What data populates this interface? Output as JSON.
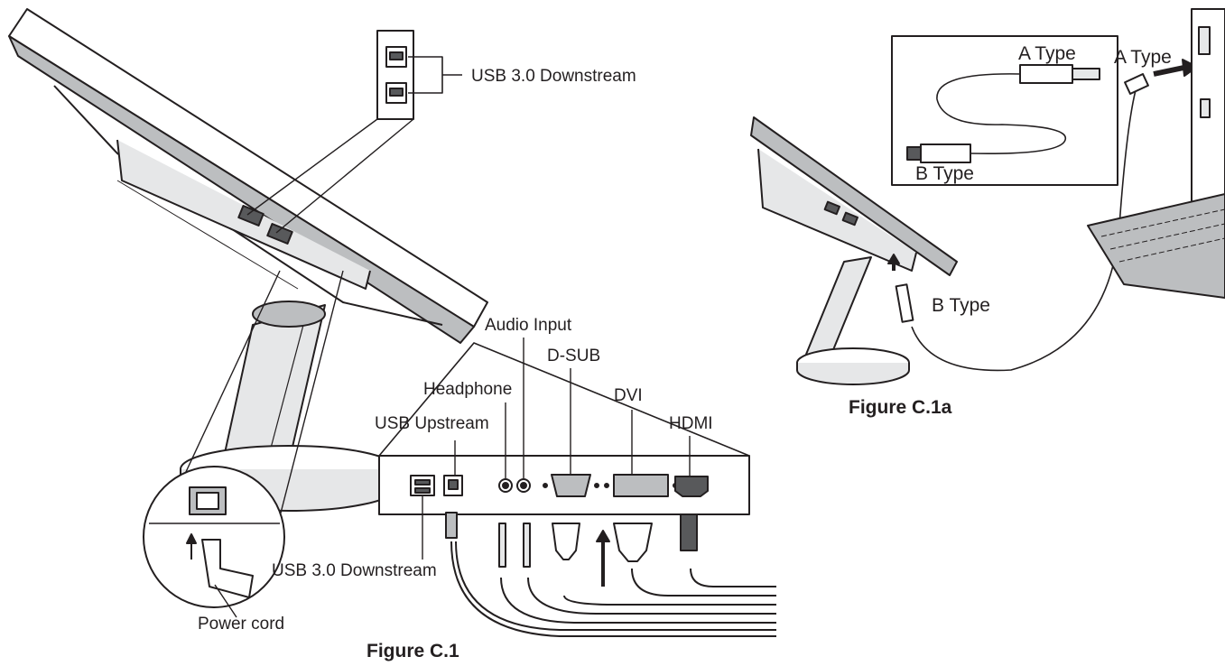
{
  "figure_main": {
    "caption": "Figure C.1",
    "labels": {
      "usb_downstream_top": "USB 3.0 Downstream",
      "audio_input": "Audio Input",
      "dsub": "D-SUB",
      "headphone": "Headphone",
      "dvi": "DVI",
      "usb_upstream": "USB Upstream",
      "hdmi": "HDMI",
      "usb_downstream_bottom": "USB 3.0 Downstream",
      "power_cord": "Power cord"
    }
  },
  "figure_inset": {
    "caption": "Figure C.1a",
    "labels": {
      "cable_a_type": "A Type",
      "cable_b_type": "B Type",
      "pc_a_type": "A Type",
      "monitor_b_type": "B Type"
    }
  },
  "colors": {
    "line": "#231f20",
    "fill_dark": "#58595b",
    "fill_mid": "#bcbec0",
    "fill_light": "#e6e7e8",
    "background": "#ffffff"
  }
}
